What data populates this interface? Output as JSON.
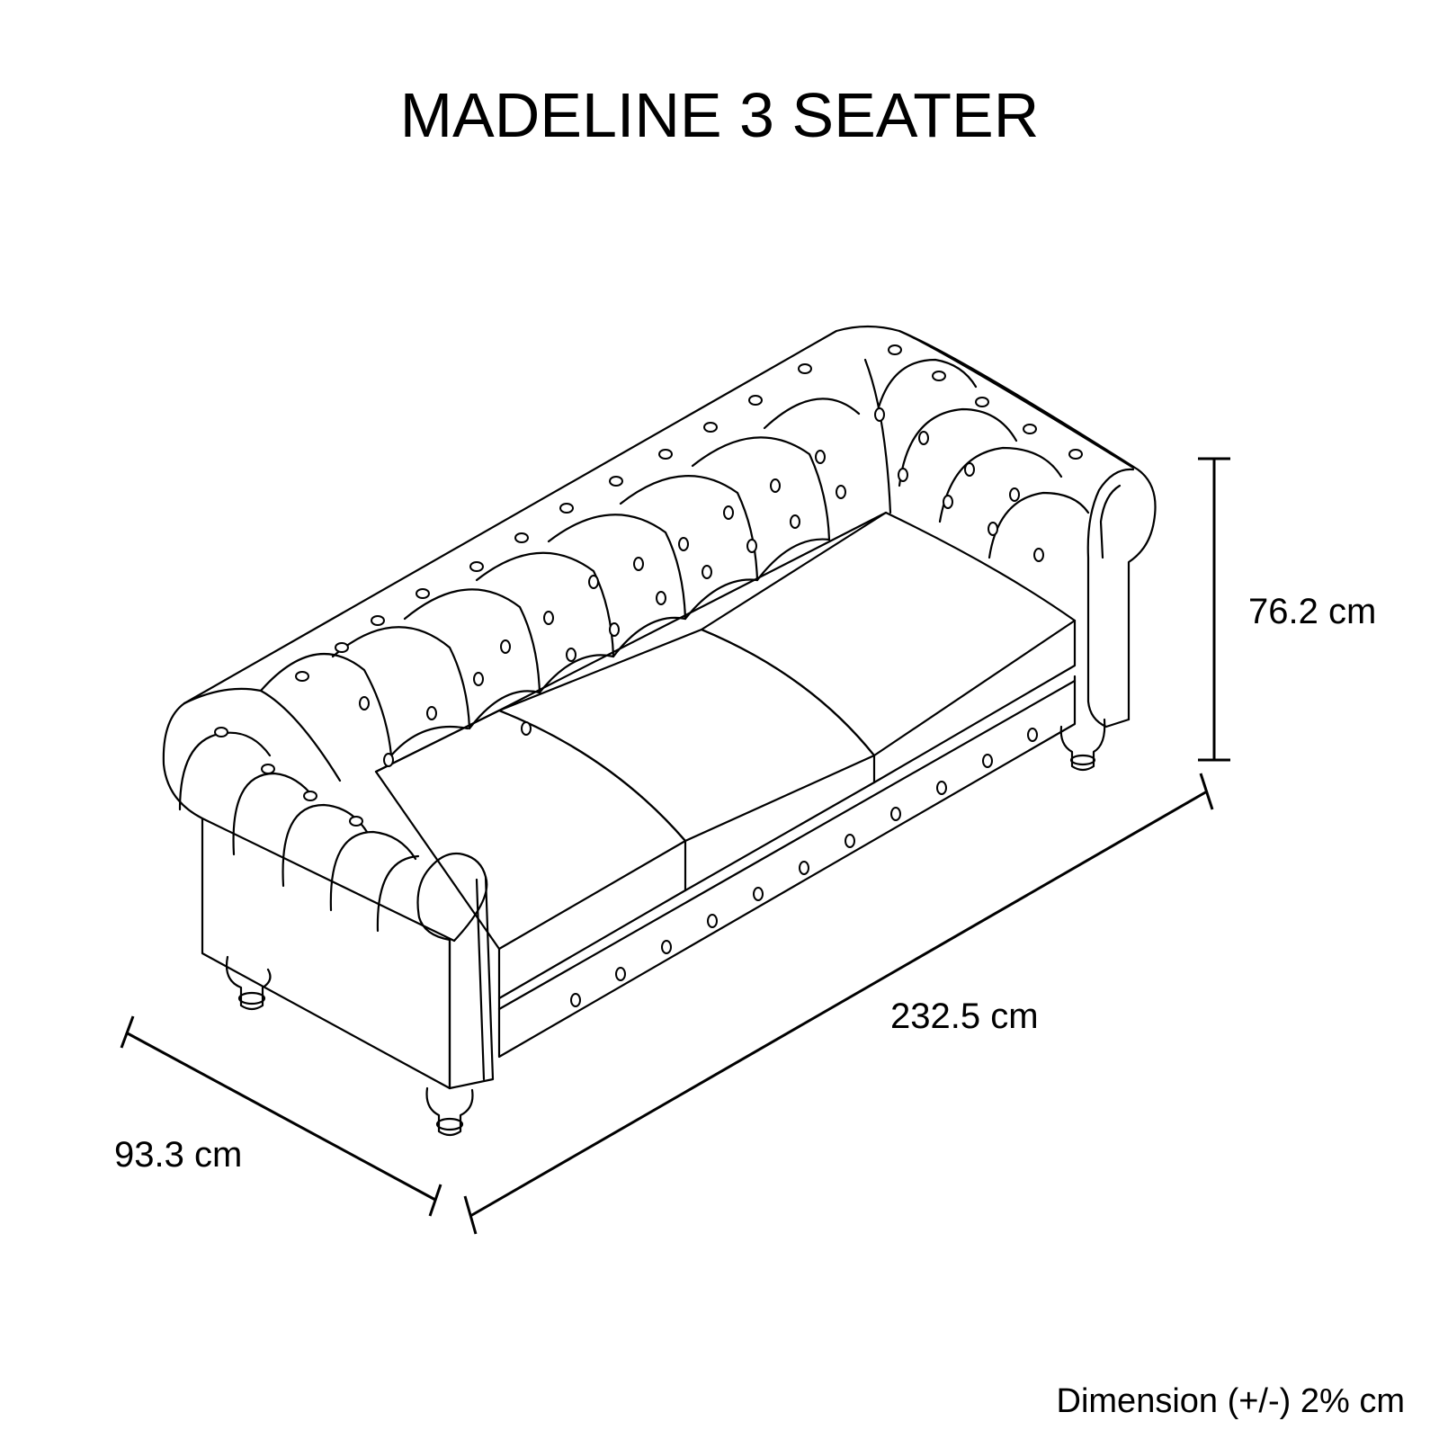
{
  "title": "MADELINE 3 SEATER",
  "dimensions": {
    "height": {
      "value": 76.2,
      "unit": "cm",
      "label": "76.2 cm"
    },
    "length": {
      "value": 232.5,
      "unit": "cm",
      "label": "232.5 cm"
    },
    "depth": {
      "value": 93.3,
      "unit": "cm",
      "label": "93.3 cm"
    }
  },
  "footnote": "Dimension (+/-) 2% cm",
  "illustration": {
    "subject": "chesterfield-style 3 seater sofa line drawing",
    "seat_cushions": 3,
    "style": "black outline on white"
  },
  "colors": {
    "line": "#000000",
    "background": "#ffffff"
  }
}
